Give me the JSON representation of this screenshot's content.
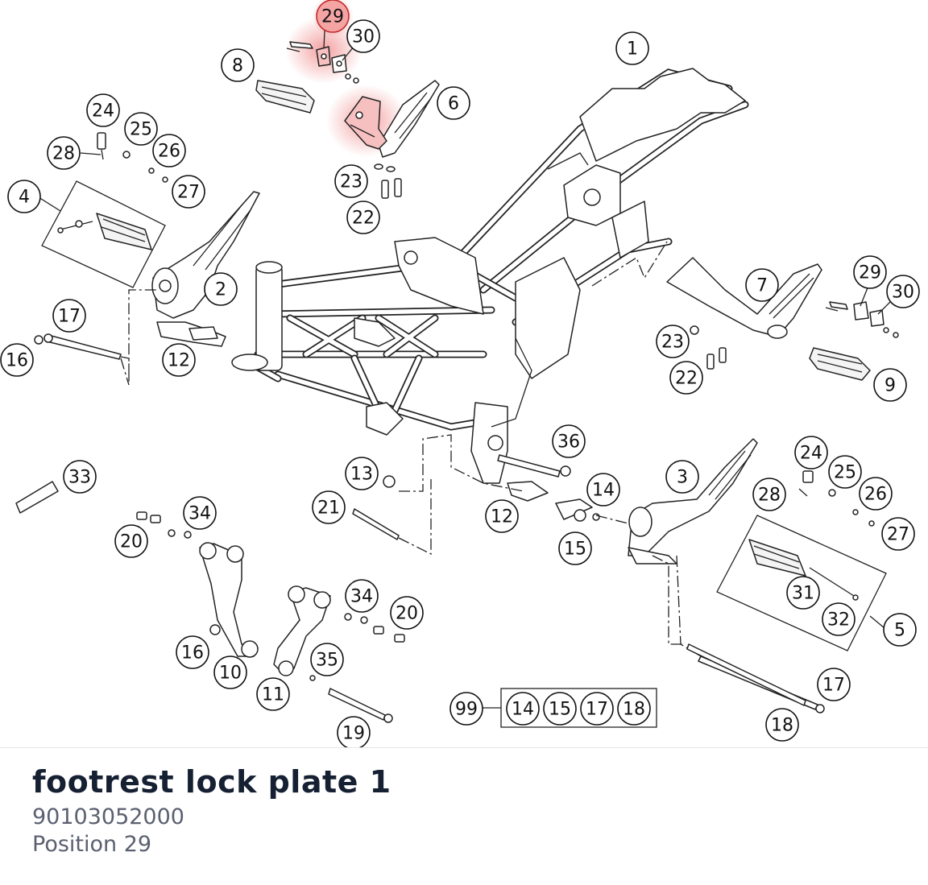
{
  "colors": {
    "highlight": "#f08080",
    "title": "#152033",
    "meta": "#5a6070"
  },
  "diagram": {
    "highlighted_position": "29",
    "callouts": [
      "1",
      "2",
      "3",
      "4",
      "5",
      "6",
      "7",
      "8",
      "9",
      "10",
      "11",
      "12",
      "12",
      "13",
      "14",
      "14",
      "15",
      "15",
      "16",
      "16",
      "17",
      "17",
      "17",
      "18",
      "18",
      "19",
      "20",
      "20",
      "21",
      "22",
      "22",
      "23",
      "23",
      "24",
      "24",
      "25",
      "25",
      "26",
      "26",
      "27",
      "27",
      "28",
      "28",
      "29",
      "29",
      "30",
      "30",
      "31",
      "32",
      "33",
      "34",
      "34",
      "35",
      "36",
      "99"
    ],
    "kit_group": {
      "label": "99",
      "items": [
        "14",
        "15",
        "17",
        "18"
      ]
    }
  },
  "detail": {
    "name": "footrest lock plate 1",
    "part_number": "90103052000",
    "position_text": "Position 29"
  }
}
